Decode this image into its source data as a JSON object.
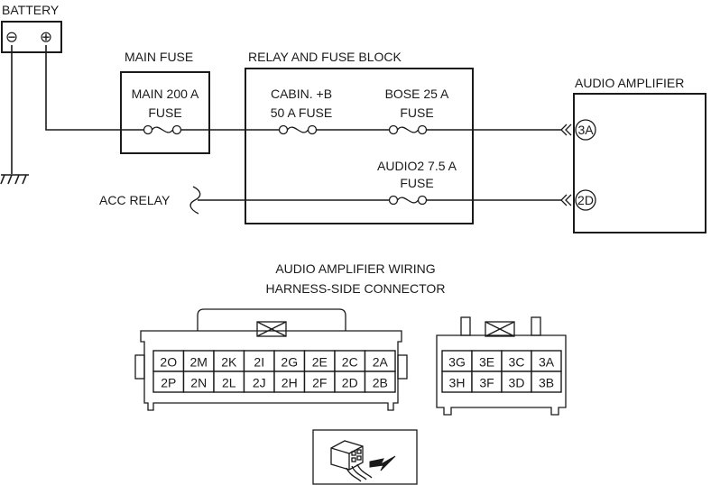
{
  "diagram": {
    "battery": {
      "label": "BATTERY",
      "minus_symbol": "⊖",
      "plus_symbol": "⊕"
    },
    "main_fuse": {
      "title": "MAIN FUSE",
      "line1": "MAIN 200 A",
      "line2": "FUSE"
    },
    "relay_block": {
      "title": "RELAY AND FUSE BLOCK",
      "cabin_fuse": {
        "line1": "CABIN. +B",
        "line2": "50 A FUSE"
      },
      "bose_fuse": {
        "line1": "BOSE 25 A",
        "line2": "FUSE"
      },
      "audio2_fuse": {
        "line1": "AUDIO2 7.5 A",
        "line2": "FUSE"
      }
    },
    "acc_relay": {
      "label": "ACC RELAY"
    },
    "audio_amplifier": {
      "title": "AUDIO AMPLIFIER",
      "pin_3a": "3A",
      "pin_2d": "2D"
    },
    "connector": {
      "title_line1": "AUDIO AMPLIFIER WIRING",
      "title_line2": "HARNESS-SIDE CONNECTOR",
      "left": {
        "row1": [
          "2O",
          "2M",
          "2K",
          "2I",
          "2G",
          "2E",
          "2C",
          "2A"
        ],
        "row2": [
          "2P",
          "2N",
          "2L",
          "2J",
          "2H",
          "2F",
          "2D",
          "2B"
        ]
      },
      "right": {
        "row1": [
          "3G",
          "3E",
          "3C",
          "3A"
        ],
        "row2": [
          "3H",
          "3F",
          "3D",
          "3B"
        ]
      }
    }
  }
}
